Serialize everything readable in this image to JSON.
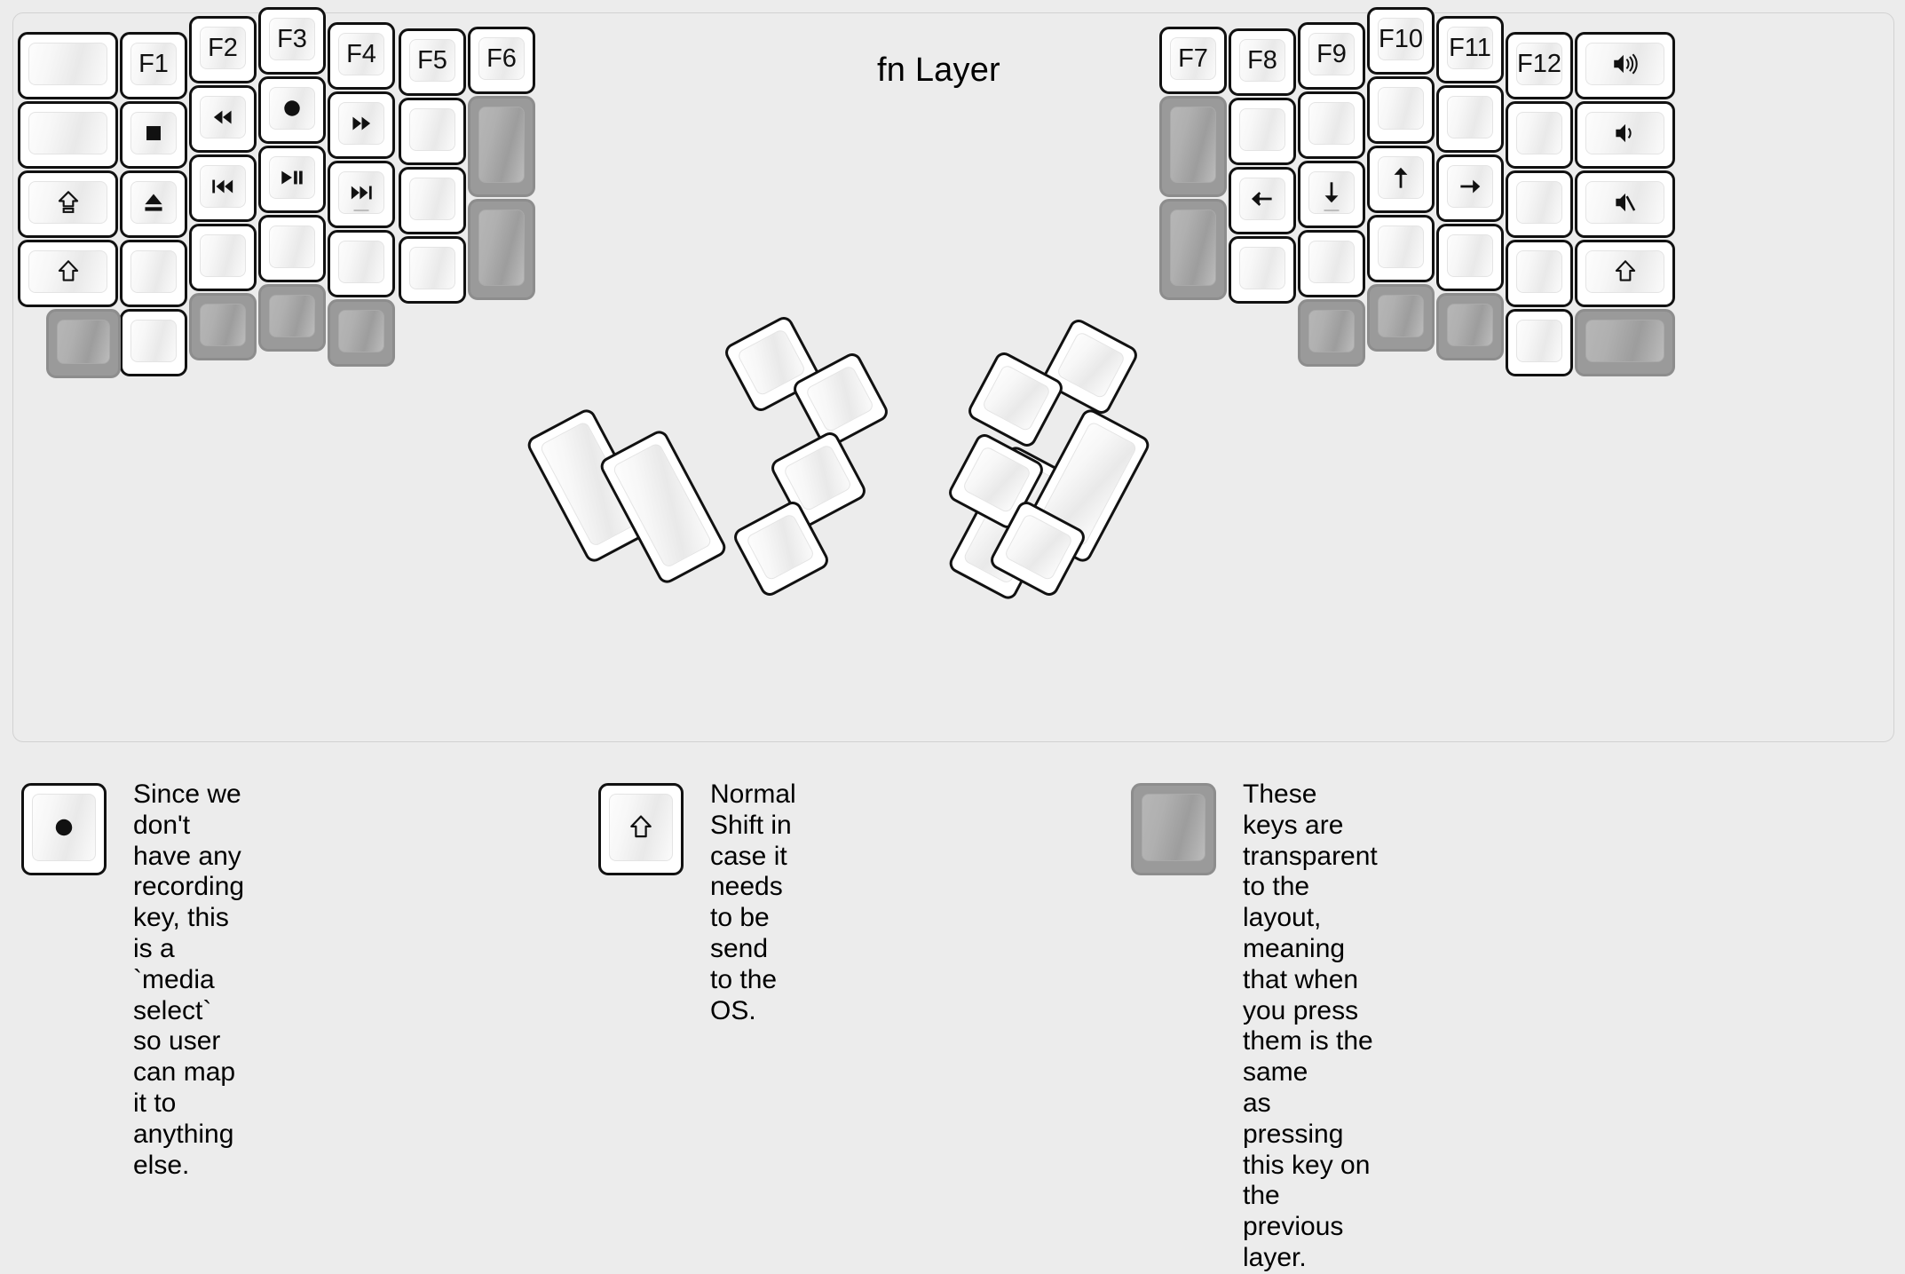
{
  "title": "fn Layer",
  "colors": {
    "background": "#ececec",
    "key_face": "#ffffff",
    "key_border": "#111111",
    "transparent_key": "#9a9a9a",
    "transparent_border": "#8d8d8d",
    "label": "#111111"
  },
  "left_half": {
    "columns": [
      {
        "name": "col-pinky-outer",
        "keys": [
          {
            "label": "",
            "icon": "blank",
            "state": "normal"
          },
          {
            "label": "",
            "icon": "blank",
            "state": "normal"
          },
          {
            "label": "",
            "icon": "caps-lock-icon",
            "state": "normal"
          },
          {
            "label": "",
            "icon": "shift-icon",
            "state": "normal"
          }
        ]
      },
      {
        "name": "col-pinky",
        "keys": [
          {
            "label": "F1",
            "icon": "none",
            "state": "normal"
          },
          {
            "label": "",
            "icon": "stop-icon",
            "state": "normal"
          },
          {
            "label": "",
            "icon": "eject-icon",
            "state": "normal"
          },
          {
            "label": "",
            "icon": "blank",
            "state": "normal"
          },
          {
            "label": "",
            "icon": "blank",
            "state": "normal"
          }
        ]
      },
      {
        "name": "col-ring",
        "keys": [
          {
            "label": "F2",
            "icon": "none",
            "state": "normal"
          },
          {
            "label": "",
            "icon": "rewind-icon",
            "state": "normal"
          },
          {
            "label": "",
            "icon": "prev-track-icon",
            "state": "normal"
          },
          {
            "label": "",
            "icon": "blank",
            "state": "normal"
          },
          {
            "label": "",
            "icon": "blank",
            "state": "transparent"
          }
        ]
      },
      {
        "name": "col-middle",
        "keys": [
          {
            "label": "F3",
            "icon": "none",
            "state": "normal"
          },
          {
            "label": "",
            "icon": "record-icon",
            "state": "normal"
          },
          {
            "label": "",
            "icon": "play-pause-icon",
            "state": "normal"
          },
          {
            "label": "",
            "icon": "blank",
            "state": "normal"
          },
          {
            "label": "",
            "icon": "blank",
            "state": "transparent"
          }
        ]
      },
      {
        "name": "col-index",
        "keys": [
          {
            "label": "F4",
            "icon": "none",
            "state": "normal"
          },
          {
            "label": "",
            "icon": "fast-forward-icon",
            "state": "normal"
          },
          {
            "label": "",
            "icon": "next-track-icon",
            "state": "normal"
          },
          {
            "label": "",
            "icon": "blank",
            "state": "normal"
          },
          {
            "label": "",
            "icon": "blank",
            "state": "transparent"
          }
        ]
      },
      {
        "name": "col-inner-1",
        "keys": [
          {
            "label": "F5",
            "icon": "none",
            "state": "normal"
          },
          {
            "label": "",
            "icon": "blank",
            "state": "normal"
          },
          {
            "label": "",
            "icon": "blank",
            "state": "normal"
          },
          {
            "label": "",
            "icon": "blank",
            "state": "normal"
          }
        ]
      },
      {
        "name": "col-inner-2",
        "keys": [
          {
            "label": "F6",
            "icon": "none",
            "state": "normal"
          },
          {
            "label": "",
            "icon": "blank",
            "state": "transparent"
          },
          {
            "label": "",
            "icon": "blank",
            "state": "transparent"
          }
        ]
      }
    ],
    "thumb_cluster": [
      {
        "name": "left-thumb-1",
        "label": "",
        "icon": "blank",
        "state": "normal"
      },
      {
        "name": "left-thumb-2",
        "label": "",
        "icon": "blank",
        "state": "normal"
      },
      {
        "name": "left-thumb-3",
        "label": "",
        "icon": "blank",
        "state": "normal"
      },
      {
        "name": "left-thumb-4",
        "label": "",
        "icon": "blank",
        "state": "normal"
      },
      {
        "name": "left-thumb-5",
        "label": "",
        "icon": "blank",
        "state": "normal"
      },
      {
        "name": "left-thumb-6",
        "label": "",
        "icon": "blank",
        "state": "normal"
      }
    ]
  },
  "right_half": {
    "columns": [
      {
        "name": "col-inner-2",
        "keys": [
          {
            "label": "F7",
            "icon": "none",
            "state": "normal"
          },
          {
            "label": "",
            "icon": "blank",
            "state": "transparent"
          },
          {
            "label": "",
            "icon": "blank",
            "state": "transparent"
          }
        ]
      },
      {
        "name": "col-inner-1",
        "keys": [
          {
            "label": "F8",
            "icon": "none",
            "state": "normal"
          },
          {
            "label": "",
            "icon": "blank",
            "state": "normal"
          },
          {
            "label": "",
            "icon": "arrow-left-icon",
            "state": "normal"
          },
          {
            "label": "",
            "icon": "blank",
            "state": "normal"
          }
        ]
      },
      {
        "name": "col-index",
        "keys": [
          {
            "label": "F9",
            "icon": "none",
            "state": "normal"
          },
          {
            "label": "",
            "icon": "blank",
            "state": "normal"
          },
          {
            "label": "",
            "icon": "arrow-down-icon",
            "state": "normal"
          },
          {
            "label": "",
            "icon": "blank",
            "state": "normal"
          },
          {
            "label": "",
            "icon": "blank",
            "state": "transparent"
          }
        ]
      },
      {
        "name": "col-middle",
        "keys": [
          {
            "label": "F10",
            "icon": "none",
            "state": "normal"
          },
          {
            "label": "",
            "icon": "blank",
            "state": "normal"
          },
          {
            "label": "",
            "icon": "arrow-up-icon",
            "state": "normal"
          },
          {
            "label": "",
            "icon": "blank",
            "state": "normal"
          },
          {
            "label": "",
            "icon": "blank",
            "state": "transparent"
          }
        ]
      },
      {
        "name": "col-ring",
        "keys": [
          {
            "label": "F11",
            "icon": "none",
            "state": "normal"
          },
          {
            "label": "",
            "icon": "blank",
            "state": "normal"
          },
          {
            "label": "",
            "icon": "arrow-right-icon",
            "state": "normal"
          },
          {
            "label": "",
            "icon": "blank",
            "state": "normal"
          },
          {
            "label": "",
            "icon": "blank",
            "state": "transparent"
          }
        ]
      },
      {
        "name": "col-pinky",
        "keys": [
          {
            "label": "F12",
            "icon": "none",
            "state": "normal"
          },
          {
            "label": "",
            "icon": "blank",
            "state": "normal"
          },
          {
            "label": "",
            "icon": "blank",
            "state": "normal"
          },
          {
            "label": "",
            "icon": "blank",
            "state": "normal"
          },
          {
            "label": "",
            "icon": "blank",
            "state": "normal"
          }
        ]
      },
      {
        "name": "col-pinky-outer",
        "keys": [
          {
            "label": "",
            "icon": "volume-up-icon",
            "state": "normal"
          },
          {
            "label": "",
            "icon": "volume-down-icon",
            "state": "normal"
          },
          {
            "label": "",
            "icon": "volume-mute-icon",
            "state": "normal"
          },
          {
            "label": "",
            "icon": "shift-icon",
            "state": "normal"
          },
          {
            "label": "",
            "icon": "blank",
            "state": "transparent"
          }
        ]
      }
    ],
    "thumb_cluster": [
      {
        "name": "right-thumb-1",
        "label": "",
        "icon": "blank",
        "state": "normal"
      },
      {
        "name": "right-thumb-2",
        "label": "",
        "icon": "blank",
        "state": "normal"
      },
      {
        "name": "right-thumb-3",
        "label": "",
        "icon": "blank",
        "state": "normal"
      },
      {
        "name": "right-thumb-4",
        "label": "",
        "icon": "blank",
        "state": "normal"
      },
      {
        "name": "right-thumb-5",
        "label": "",
        "icon": "blank",
        "state": "normal"
      },
      {
        "name": "right-thumb-6",
        "label": "",
        "icon": "blank",
        "state": "normal"
      }
    ]
  },
  "legend": [
    {
      "key_icon": "record-icon",
      "key_state": "normal",
      "text": "Since we don't have any recording\nkey, this is a `media select` so user\ncan map it to anything else."
    },
    {
      "key_icon": "shift-icon",
      "key_state": "normal",
      "text": "Normal Shift in case it needs\nto be send to the OS."
    },
    {
      "key_icon": "blank",
      "key_state": "transparent",
      "text": "These keys are transparent to the layout,\nmeaning that when you press them is the same\nas pressing this key on the previous layer."
    }
  ]
}
